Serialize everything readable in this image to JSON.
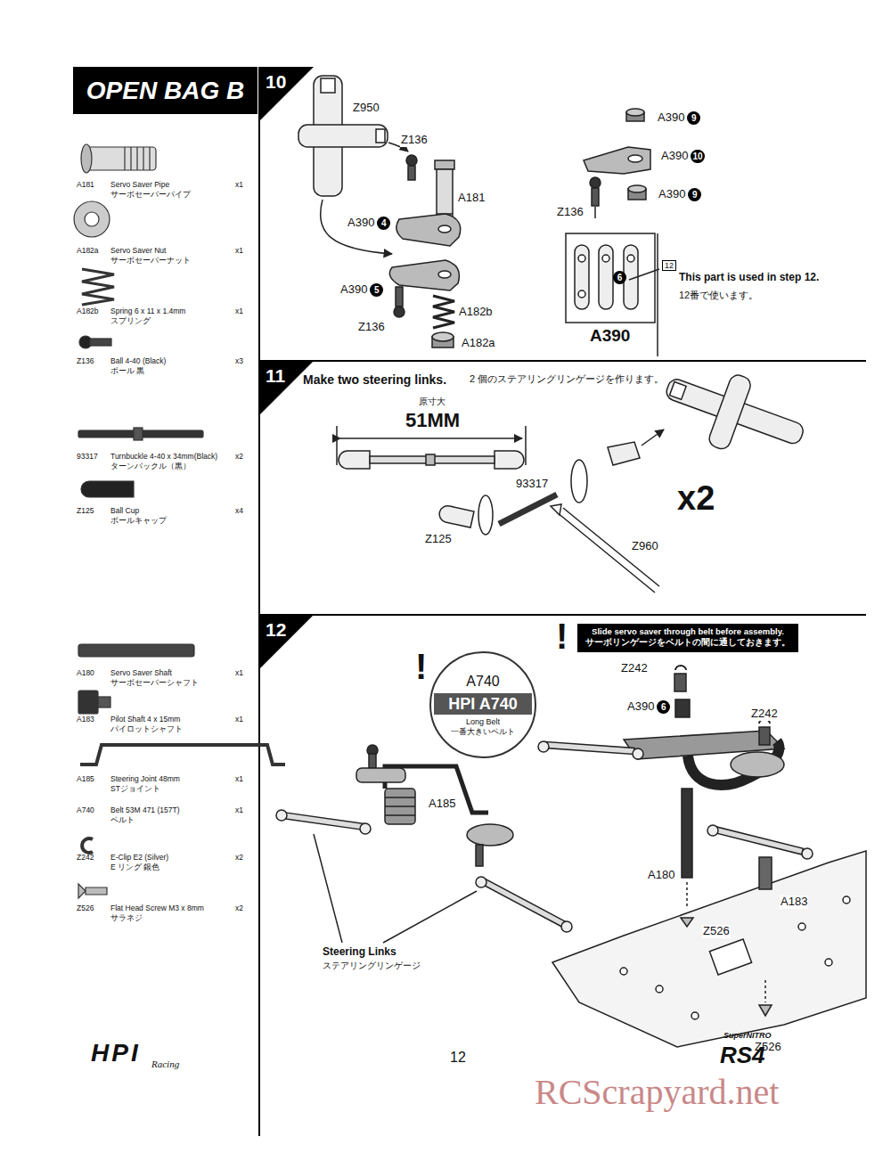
{
  "diagram": {
    "title": "OPEN BAG B",
    "nodes": [
      {
        "text": [
          "Slide servo saver through belt before assembly.",
          "サーボリンゲージをベルトの間に通しておきます。"
        ]
      },
      {
        "text": [
          "A740",
          "HPI A740",
          "Long Belt",
          "一番大きいベルト"
        ]
      }
    ],
    "labels": [
      "A181",
      "Servo Saver Pipe",
      "サーボセーバーパイプ",
      "x1",
      "A182a",
      "Servo Saver Nut",
      "サーボセーバーナット",
      "x1",
      "A182b",
      "Spring 6 x 11 x 1.4mm",
      "スプリング",
      "x1",
      "Z136",
      "Ball 4-40 (Black)",
      "ボール 黒",
      "x3",
      "93317",
      "Turnbuckle 4-40 x 34mm(Black)",
      "ターンバックル（黒）",
      "x2",
      "Z125",
      "Ball Cup",
      "ボールキャップ",
      "x4",
      "A180",
      "Servo Saver Shaft",
      "サーボセーバーシャフト",
      "x1",
      "A183",
      "Pilot Shaft 4 x 15mm",
      "パイロットシャフト",
      "x1",
      "A185",
      "Steering Joint 48mm",
      "STジョイント",
      "x1",
      "A740",
      "Belt 53M 471 (157T)",
      "ベルト",
      "x1",
      "Z242",
      "E-Clip E2 (Silver)",
      "E リング 銀色",
      "x2",
      "Z526",
      "Flat Head Screw M3 x 8mm",
      "サラネジ",
      "x2",
      "10",
      "Z950",
      "Z136",
      "A181",
      "A390",
      "4",
      "A390",
      "5",
      "Z136",
      "A182b",
      "A182a",
      "A390",
      "9",
      "A390",
      "10",
      "A390",
      "9",
      "Z136",
      "6",
      "12",
      "This part is used in step 12.",
      "12番で使います。",
      "A390",
      "11",
      "Make two steering links.",
      "2 個のステアリングリンゲージを作ります。",
      "原寸大",
      "51MM",
      "93317",
      "x2",
      "Z125",
      "Z960",
      "12",
      "Z242",
      "A390",
      "6",
      "Z242",
      "A185",
      "A180",
      "A183",
      "Z526",
      "Z526",
      "Steering Links",
      "ステアリングリンゲージ",
      "12",
      "RCScrapyard.net",
      "HPI",
      "Racing",
      "SuperNITRO",
      "RS4",
      "!",
      "!"
    ]
  }
}
